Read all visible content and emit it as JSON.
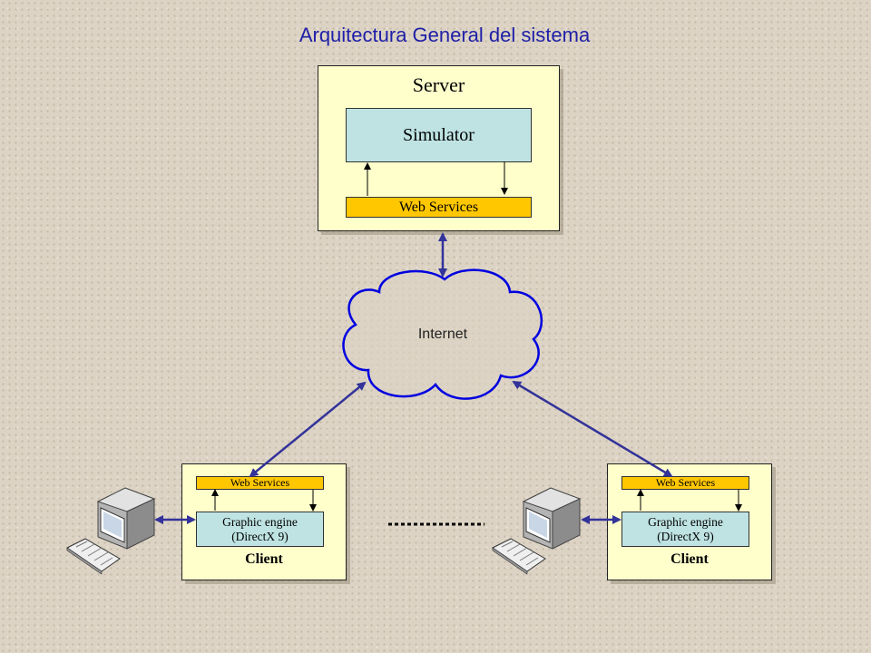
{
  "title": "Arquitectura General del sistema",
  "server": {
    "label": "Server",
    "simulator": "Simulator",
    "web_services": "Web Services"
  },
  "network": {
    "label": "Internet"
  },
  "clients": [
    {
      "label": "Client",
      "web_services": "Web Services",
      "engine_line1": "Graphic engine",
      "engine_line2": "(DirectX 9)"
    },
    {
      "label": "Client",
      "web_services": "Web Services",
      "engine_line1": "Graphic engine",
      "engine_line2": "(DirectX 9)"
    }
  ],
  "colors": {
    "title": "#1f1fa8",
    "connector": "#33339a",
    "cloud_stroke": "#0000e0",
    "box_fill": "#ffffcc",
    "component_fill": "#bfe3e3",
    "service_fill": "#ffc700"
  },
  "icons": [
    "computer-icon",
    "keyboard-icon",
    "cloud-icon"
  ]
}
